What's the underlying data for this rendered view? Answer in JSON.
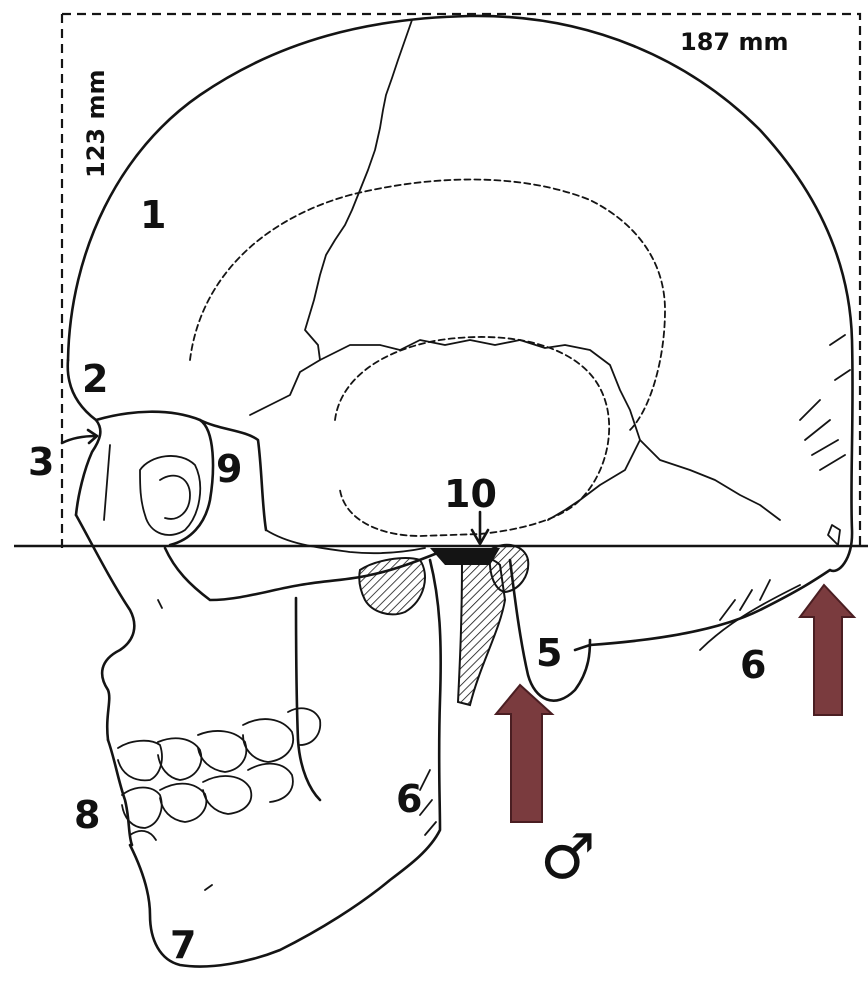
{
  "dimensions": {
    "height": "123 mm",
    "length": "187 mm"
  },
  "labels": {
    "l1": "1",
    "l2": "2",
    "l3": "3",
    "l5": "5",
    "l6a": "6",
    "l6b": "6",
    "l7": "7",
    "l8": "8",
    "l9": "9",
    "l10": "10"
  },
  "sex_symbol": "♂",
  "colors": {
    "arrow": "#7a3b3e",
    "ink": "#141414"
  }
}
